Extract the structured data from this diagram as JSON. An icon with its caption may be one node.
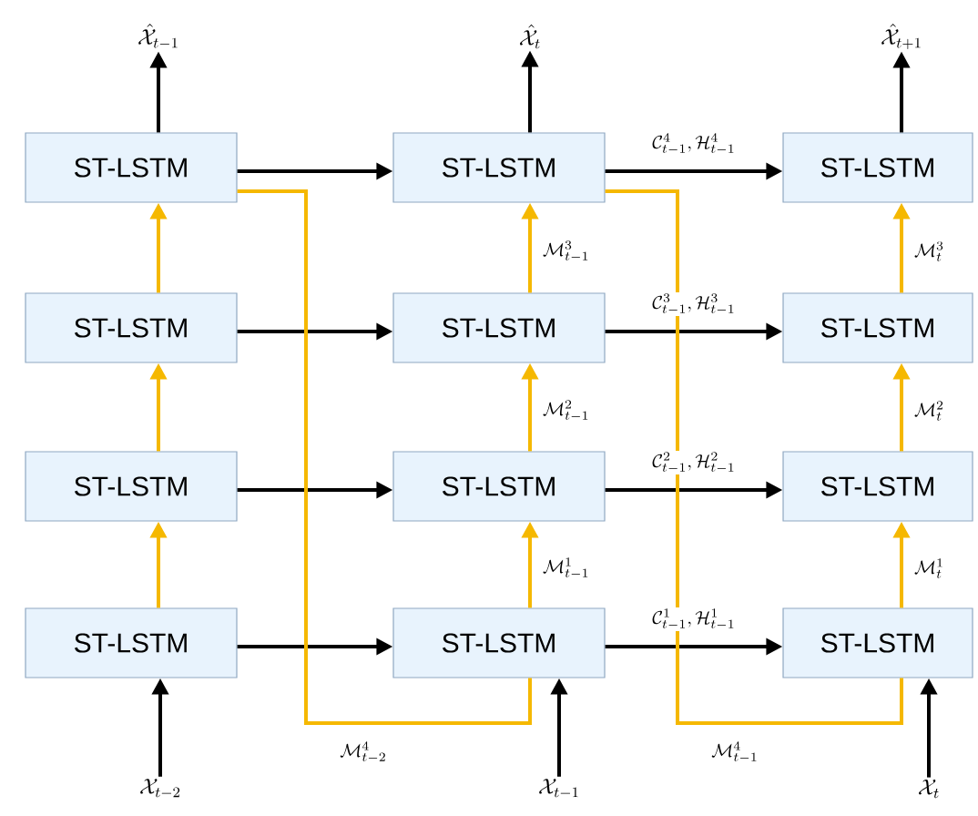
{
  "diagram": {
    "nodes": [
      {
        "text": [
          "\\hat{\\mathcal{X}}_{t-1}"
        ]
      },
      {
        "text": [
          "\\hat{\\mathcal{X}}_{t}"
        ]
      },
      {
        "text": [
          "\\hat{\\mathcal{X}}_{t+1}"
        ]
      },
      {
        "text": [
          "ST-LSTM"
        ]
      },
      {
        "text": [
          "ST-LSTM"
        ]
      },
      {
        "text": [
          "ST-LSTM"
        ]
      },
      {
        "text": [
          "ST-LSTM"
        ]
      },
      {
        "text": [
          "ST-LSTM"
        ]
      },
      {
        "text": [
          "ST-LSTM"
        ]
      },
      {
        "text": [
          "ST-LSTM"
        ]
      },
      {
        "text": [
          "ST-LSTM"
        ]
      },
      {
        "text": [
          "ST-LSTM"
        ]
      },
      {
        "text": [
          "ST-LSTM"
        ]
      },
      {
        "text": [
          "ST-LSTM"
        ]
      },
      {
        "text": [
          "ST-LSTM"
        ]
      },
      {
        "text": [
          "\\mathcal{X}_{t-2}"
        ]
      },
      {
        "text": [
          "\\mathcal{X}_{t-1}"
        ]
      },
      {
        "text": [
          "\\mathcal{X}_{t}"
        ]
      }
    ],
    "edges": [
      {
        "from": 3,
        "to": 0,
        "arrow": "to"
      },
      {
        "from": 4,
        "to": 1,
        "arrow": "to"
      },
      {
        "from": 5,
        "to": 2,
        "arrow": "to"
      },
      {
        "from": 3,
        "to": 4,
        "arrow": "to"
      },
      {
        "from": 4,
        "to": 5,
        "arrow": "to",
        "label": "\\mathcal{C}^{4}_{t-1},\\mathcal{H}^{4}_{t-1}"
      },
      {
        "from": 6,
        "to": 3,
        "arrow": "to",
        "color": "#f5b800"
      },
      {
        "from": 7,
        "to": 4,
        "arrow": "to",
        "color": "#f5b800",
        "label": "\\mathcal{M}^{3}_{t-1}"
      },
      {
        "from": 8,
        "to": 5,
        "arrow": "to",
        "color": "#f5b800",
        "label": "\\mathcal{M}^{3}_{t}"
      },
      {
        "from": 6,
        "to": 7,
        "arrow": "to"
      },
      {
        "from": 7,
        "to": 8,
        "arrow": "to",
        "label": "\\mathcal{C}^{3}_{t-1},\\mathcal{H}^{3}_{t-1}"
      },
      {
        "from": 9,
        "to": 6,
        "arrow": "to",
        "color": "#f5b800"
      },
      {
        "from": 10,
        "to": 7,
        "arrow": "to",
        "color": "#f5b800",
        "label": "\\mathcal{M}^{2}_{t-1}"
      },
      {
        "from": 11,
        "to": 8,
        "arrow": "to",
        "color": "#f5b800",
        "label": "\\mathcal{M}^{2}_{t}"
      },
      {
        "from": 9,
        "to": 10,
        "arrow": "to"
      },
      {
        "from": 10,
        "to": 11,
        "arrow": "to",
        "label": "\\mathcal{C}^{2}_{t-1},\\mathcal{H}^{2}_{t-1}"
      },
      {
        "from": 12,
        "to": 9,
        "arrow": "to",
        "color": "#f5b800"
      },
      {
        "from": 13,
        "to": 10,
        "arrow": "to",
        "color": "#f5b800",
        "label": "\\mathcal{M}^{1}_{t-1}"
      },
      {
        "from": 14,
        "to": 11,
        "arrow": "to",
        "color": "#f5b800",
        "label": "\\mathcal{M}^{1}_{t}"
      },
      {
        "from": 12,
        "to": 13,
        "arrow": "to"
      },
      {
        "from": 13,
        "to": 14,
        "arrow": "to",
        "label": "\\mathcal{C}^{1}_{t-1},\\mathcal{H}^{1}_{t-1}"
      },
      {
        "from": 3,
        "to": 13,
        "arrow": "none",
        "color": "#f5b800",
        "label": "\\mathcal{M}^{4}_{t-2}"
      },
      {
        "from": 4,
        "to": 14,
        "arrow": "none",
        "color": "#f5b800",
        "label": "\\mathcal{M}^{4}_{t-1}"
      },
      {
        "from": 15,
        "to": 12,
        "arrow": "to"
      },
      {
        "from": 16,
        "to": 13,
        "arrow": "to"
      },
      {
        "from": 17,
        "to": 14,
        "arrow": "to"
      }
    ]
  }
}
